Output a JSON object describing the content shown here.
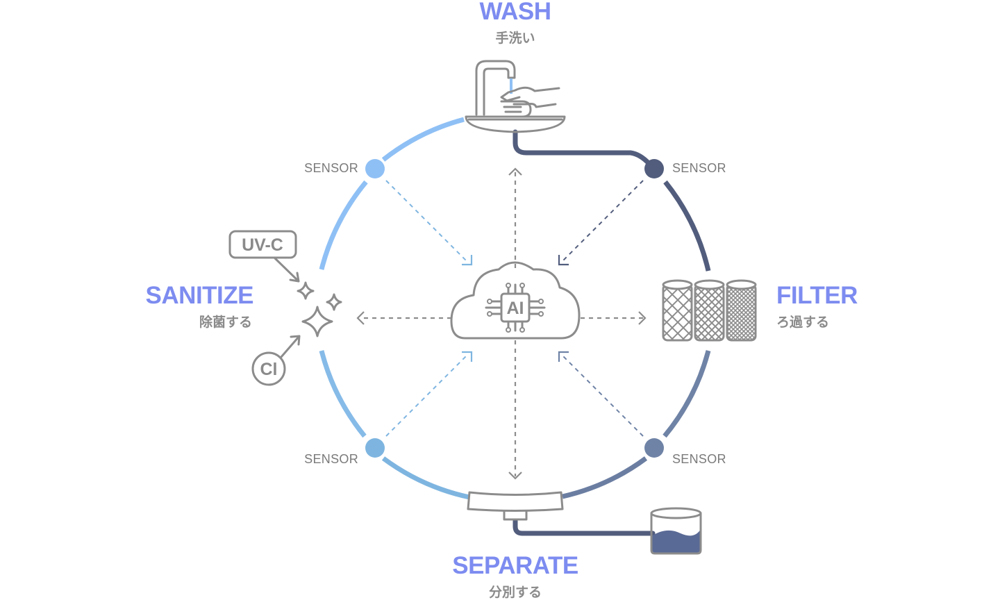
{
  "stages": {
    "wash": {
      "title": "WASH",
      "subtitle": "手洗い"
    },
    "filter": {
      "title": "FILTER",
      "subtitle": "ろ過する"
    },
    "separate": {
      "title": "SEPARATE",
      "subtitle": "分別する"
    },
    "sanitize": {
      "title": "SANITIZE",
      "subtitle": "除菌する"
    }
  },
  "sensors": [
    {
      "label": "SENSOR",
      "position": "top-left",
      "color": "#8fc0f5"
    },
    {
      "label": "SENSOR",
      "position": "top-right",
      "color": "#525d7d"
    },
    {
      "label": "SENSOR",
      "position": "bottom-left",
      "color": "#7eb5e0"
    },
    {
      "label": "SENSOR",
      "position": "bottom-right",
      "color": "#6f83a6"
    }
  ],
  "center": {
    "label": "AI",
    "icon": "ai-cloud-chip-icon"
  },
  "sanitizers": {
    "uvc": "UV-C",
    "cl": "Cl"
  },
  "colors": {
    "accent_title": "#7d8cf0",
    "ring_light": "#8fc0f5",
    "ring_dark": "#525d7d",
    "ring_mid": "#6f83a6",
    "water_fill": "#5a6a96",
    "icon_gray": "#8c8c8c"
  }
}
